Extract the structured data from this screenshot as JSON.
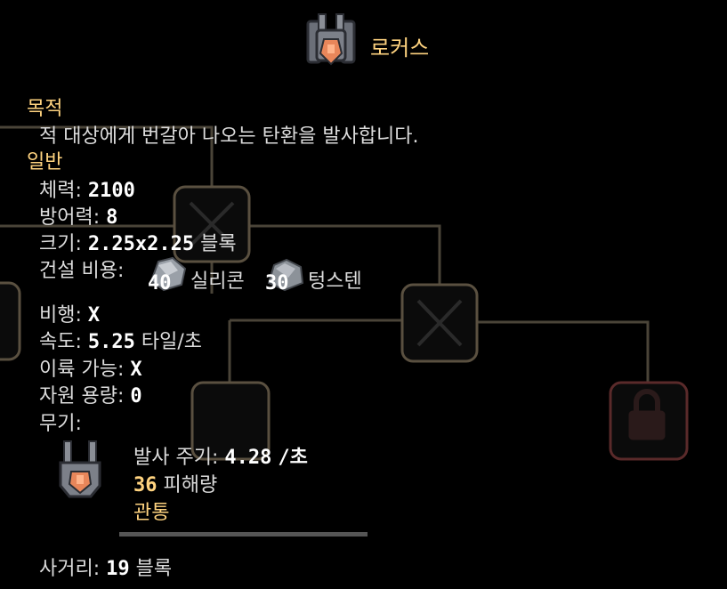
{
  "unit": {
    "name": "로커스",
    "icon": "locus-mech-icon"
  },
  "purpose": {
    "heading": "목적",
    "description": "적 대상에게 번갈아 나오는 탄환을 발사합니다."
  },
  "general": {
    "heading": "일반",
    "health_label": "체력:",
    "health_value": "2100",
    "armor_label": "방어력:",
    "armor_value": "8",
    "size_label": "크기:",
    "size_value": "2.25x2.25",
    "size_unit": "블록",
    "build_cost_label": "건설 비용:",
    "build_cost": [
      {
        "icon": "silicon-icon",
        "amount": "40",
        "name": "실리콘"
      },
      {
        "icon": "tungsten-icon",
        "amount": "30",
        "name": "텅스텐"
      }
    ],
    "flying_label": "비행:",
    "flying_value": "X",
    "speed_label": "속도:",
    "speed_value": "5.25",
    "speed_unit": "타일/초",
    "can_boost_label": "이륙 가능:",
    "can_boost_value": "X",
    "item_capacity_label": "자원 용량:",
    "item_capacity_value": "0",
    "weapons_label": "무기:"
  },
  "weapon": {
    "icon": "locus-weapon-icon",
    "reload_label": "발사 주기:",
    "reload_value": "4.28",
    "reload_unit": "/초",
    "damage_value": "36",
    "damage_label": "피해량",
    "pierce_label": "관통"
  },
  "range": {
    "label": "사거리:",
    "value": "19",
    "unit": "블록"
  },
  "colors": {
    "accent": "#ffd37f",
    "background": "#000000",
    "text": "#dcdcdc"
  }
}
